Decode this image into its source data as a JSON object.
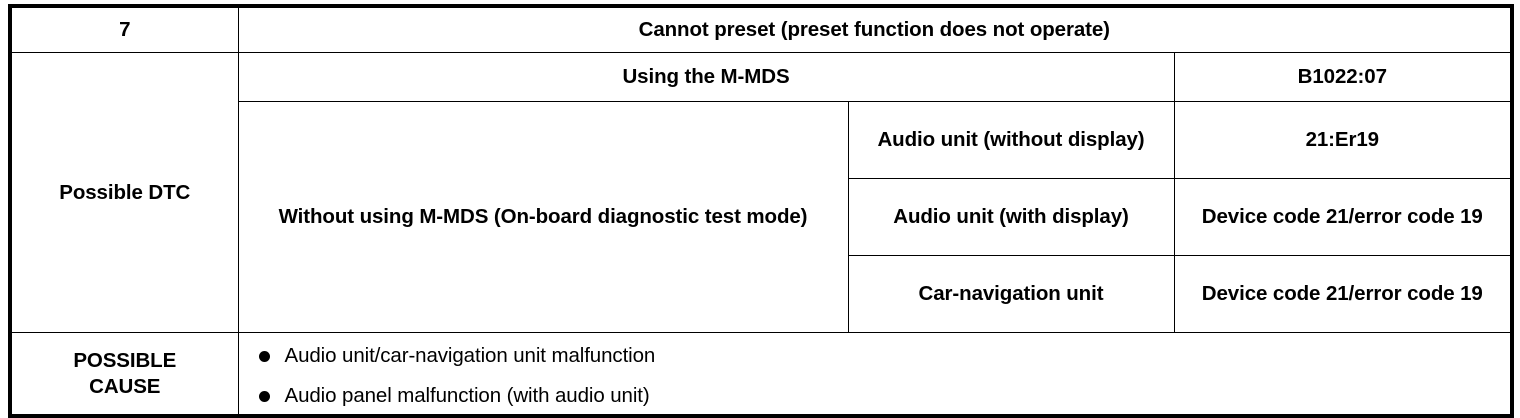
{
  "table": {
    "index_number": "7",
    "symptom": "Cannot preset (preset function does not operate)",
    "possible_dtc_label": "Possible DTC",
    "using_mmds_label": "Using the M-MDS",
    "using_mmds_code": "B1022:07",
    "without_mmds_label": "Without using M-MDS (On-board diagnostic test mode)",
    "devices": [
      {
        "name": "Audio unit (without display)",
        "code": "21:Er19"
      },
      {
        "name": "Audio unit (with display)",
        "code": "Device code 21/error code 19"
      },
      {
        "name": "Car-navigation unit",
        "code": "Device code 21/error code 19"
      }
    ],
    "possible_cause_label": "POSSIBLE\nCAUSE",
    "possible_causes": [
      "Audio unit/car-navigation unit malfunction",
      "Audio panel malfunction (with audio unit)"
    ]
  },
  "colors": {
    "border": "#000000",
    "text": "#000000",
    "background": "#ffffff"
  }
}
